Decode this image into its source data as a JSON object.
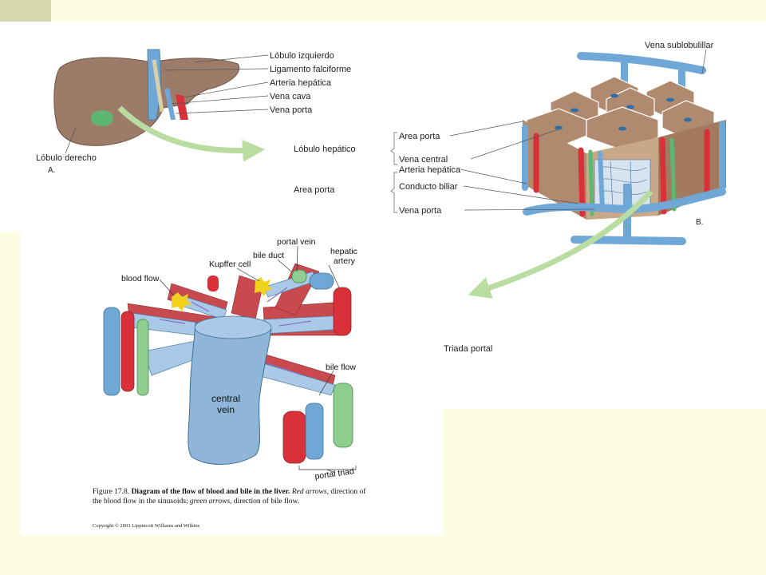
{
  "labels_liver": {
    "lobulo_izquierdo": "Lóbulo izquierdo",
    "ligamento_falciforme": "Ligamento falciforme",
    "arteria_hepatica": "Arteria hepática",
    "vena_cava": "Vena cava",
    "vena_porta": "Vena porta",
    "lobulo_derecho": "Lóbulo derecho",
    "panel_a": "A."
  },
  "labels_lobule": {
    "vena_sublobulillar": "Vena sublobulillar",
    "area_porta": "Area porta",
    "lobulo_hepatico": "Lóbulo hepático",
    "vena_central": "Vena central",
    "arteria_hepatica": "Arteria hepática",
    "area_porta_group": "Area porta",
    "conducto_biliar": "Conducto biliar",
    "vena_porta": "Vena porta",
    "panel_b": "B.",
    "triada_portal": "Triada portal"
  },
  "labels_sinusoid": {
    "portal_vein": "portal vein",
    "bile_duct": "bile duct",
    "hepatic": "hepatic",
    "artery": "artery",
    "kupffer_cell": "Kupffer cell",
    "blood_flow": "blood flow",
    "bile_flow": "bile flow",
    "central": "central",
    "vein": "vein",
    "portal_triad": "portal triad"
  },
  "caption": {
    "figure_number": "Figure 17.8.",
    "title": "Diagram of the flow of blood and  bile in the liver.",
    "red_arrows": "Red arrows",
    "red_text": ", direction of the blood flow in the sinusoids;",
    "green_arrows": "green arrows",
    "green_text": ", direction of bile flow.",
    "copyright": "Copyright © 2003 Lippincott Williams and Wilkins"
  },
  "colors": {
    "background": "#fdfde4",
    "liver": "#9c7b68",
    "artery": "#d9303a",
    "vein": "#6fa8d6",
    "bile": "#5cb870",
    "arrow": "#b9dca0"
  }
}
